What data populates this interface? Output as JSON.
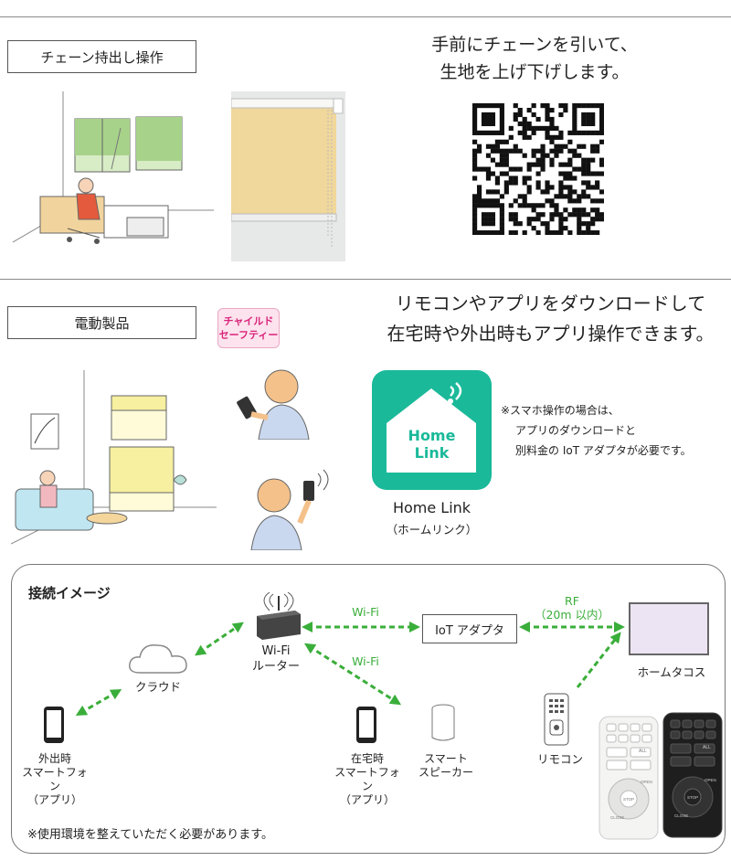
{
  "chain_section": {
    "label": "チェーン持出し操作",
    "headline": [
      "手前にチェーンを引いて、",
      "生地を上げ下げします。"
    ]
  },
  "motor_section": {
    "label": "電動製品",
    "badge": [
      "チャイルド",
      "セーフティー"
    ],
    "headline": [
      "リモコンやアプリをダウンロードして",
      "在宅時や外出時もアプリ操作できます。"
    ],
    "app": {
      "icon_text": [
        "Home",
        "Link"
      ],
      "name": "Home Link",
      "name_kana": "（ホームリンク）",
      "brand_color": "#1ab999"
    },
    "note": [
      "※スマホ操作の場合は、",
      "アプリのダウンロードと",
      "別料金の IoT アダプタが必要です。"
    ]
  },
  "connection": {
    "title": "接続イメージ",
    "cloud": "クラウド",
    "router": [
      "Wi-Fi",
      "ルーター"
    ],
    "wifi_label_1": "Wi-Fi",
    "wifi_label_2": "Wi-Fi",
    "iot_adapter": "IoT アダプタ",
    "rf": [
      "RF",
      "（20m 以内）"
    ],
    "home_tacos": "ホームタコス",
    "outside_phone": [
      "外出時",
      "スマートフォン",
      "（アプリ）"
    ],
    "home_phone": [
      "在宅時",
      "スマートフォン",
      "（アプリ）"
    ],
    "smart_speaker": [
      "スマート",
      "スピーカー"
    ],
    "remote": "リモコン",
    "remote_keys": [
      "ALL",
      "OPEN",
      "STOP",
      "CLOSE"
    ],
    "footnote": "※使用環境を整えていただく必要があります。",
    "accent_color": "#3aae3a"
  }
}
